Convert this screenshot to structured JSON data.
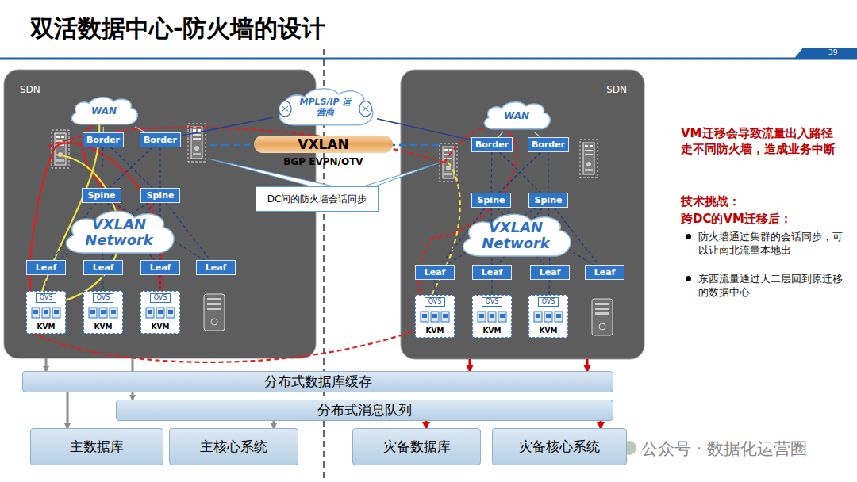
{
  "diagram": {
    "title": "双活数据中心-防火墙的设计",
    "nodes": [
      {
        "text": [
          "SDN"
        ]
      },
      {
        "text": [
          "WAN"
        ],
        "in": 0
      },
      {
        "text": [
          "Border"
        ],
        "in": 0
      },
      {
        "text": [
          "Border"
        ],
        "in": 0
      },
      {
        "text": [
          "Spine"
        ],
        "in": 0
      },
      {
        "text": [
          "Spine"
        ],
        "in": 0
      },
      {
        "text": [
          "VXLAN Network"
        ],
        "in": 0
      },
      {
        "text": [
          "Leaf"
        ],
        "in": 0
      },
      {
        "text": [
          "Leaf"
        ],
        "in": 0
      },
      {
        "text": [
          "Leaf"
        ],
        "in": 0
      },
      {
        "text": [
          "Leaf"
        ],
        "in": 0
      },
      {
        "text": [
          "OVS",
          "KVM"
        ],
        "in": 0
      },
      {
        "text": [
          "OVS",
          "KVM"
        ],
        "in": 0
      },
      {
        "text": [
          "OVS",
          "KVM"
        ],
        "in": 0
      },
      {
        "text": [
          "MPLS/IP 运营商"
        ]
      },
      {
        "text": [
          "VXLAN",
          "BGP EVPN/OTV"
        ]
      },
      {
        "text": [
          "DC间的防火墙会话同步"
        ]
      },
      {
        "text": [
          "SDN"
        ]
      },
      {
        "text": [
          "WAN"
        ],
        "in": 17
      },
      {
        "text": [
          "Border"
        ],
        "in": 17
      },
      {
        "text": [
          "Border"
        ],
        "in": 17
      },
      {
        "text": [
          "Spine"
        ],
        "in": 17
      },
      {
        "text": [
          "Spine"
        ],
        "in": 17
      },
      {
        "text": [
          "VXLAN Network"
        ],
        "in": 17
      },
      {
        "text": [
          "Leaf"
        ],
        "in": 17
      },
      {
        "text": [
          "Leaf"
        ],
        "in": 17
      },
      {
        "text": [
          "Leaf"
        ],
        "in": 17
      },
      {
        "text": [
          "Leaf"
        ],
        "in": 17
      },
      {
        "text": [
          "OVS",
          "KVM"
        ],
        "in": 17
      },
      {
        "text": [
          "OVS",
          "KVM"
        ],
        "in": 17
      },
      {
        "text": [
          "OVS",
          "KVM"
        ],
        "in": 17
      },
      {
        "text": [
          "分布式数据库缓存"
        ]
      },
      {
        "text": [
          "分布式消息队列"
        ]
      },
      {
        "text": [
          "主数据库"
        ]
      },
      {
        "text": [
          "主核心系统"
        ]
      },
      {
        "text": [
          "灾备数据库"
        ]
      },
      {
        "text": [
          "灾备核心系统"
        ]
      }
    ],
    "edges": [
      {
        "from": 1,
        "to": 2,
        "arrow": "none"
      },
      {
        "from": 1,
        "to": 3,
        "arrow": "none"
      },
      {
        "from": 2,
        "to": 4,
        "arrow": "none"
      },
      {
        "from": 2,
        "to": 5,
        "arrow": "none"
      },
      {
        "from": 3,
        "to": 4,
        "arrow": "none"
      },
      {
        "from": 3,
        "to": 5,
        "arrow": "none"
      },
      {
        "from": 4,
        "to": 7,
        "arrow": "none"
      },
      {
        "from": 4,
        "to": 8,
        "arrow": "none"
      },
      {
        "from": 4,
        "to": 9,
        "arrow": "none"
      },
      {
        "from": 4,
        "to": 10,
        "arrow": "none"
      },
      {
        "from": 5,
        "to": 7,
        "arrow": "none"
      },
      {
        "from": 5,
        "to": 8,
        "arrow": "none"
      },
      {
        "from": 5,
        "to": 9,
        "arrow": "none"
      },
      {
        "from": 5,
        "to": 10,
        "arrow": "none"
      },
      {
        "from": 7,
        "to": 11,
        "arrow": "none"
      },
      {
        "from": 8,
        "to": 12,
        "arrow": "none"
      },
      {
        "from": 9,
        "to": 13,
        "arrow": "none"
      },
      {
        "from": 18,
        "to": 19,
        "arrow": "none"
      },
      {
        "from": 18,
        "to": 20,
        "arrow": "none"
      },
      {
        "from": 19,
        "to": 21,
        "arrow": "none"
      },
      {
        "from": 19,
        "to": 22,
        "arrow": "none"
      },
      {
        "from": 20,
        "to": 21,
        "arrow": "none"
      },
      {
        "from": 20,
        "to": 22,
        "arrow": "none"
      },
      {
        "from": 21,
        "to": 24,
        "arrow": "none"
      },
      {
        "from": 21,
        "to": 25,
        "arrow": "none"
      },
      {
        "from": 21,
        "to": 26,
        "arrow": "none"
      },
      {
        "from": 21,
        "to": 27,
        "arrow": "none"
      },
      {
        "from": 22,
        "to": 24,
        "arrow": "none"
      },
      {
        "from": 22,
        "to": 25,
        "arrow": "none"
      },
      {
        "from": 22,
        "to": 26,
        "arrow": "none"
      },
      {
        "from": 22,
        "to": 27,
        "arrow": "none"
      },
      {
        "from": 24,
        "to": 28,
        "arrow": "none"
      },
      {
        "from": 25,
        "to": 29,
        "arrow": "none"
      },
      {
        "from": 26,
        "to": 30,
        "arrow": "none"
      },
      {
        "from": 14,
        "to": 3,
        "arrow": "none"
      },
      {
        "from": 14,
        "to": 19,
        "arrow": "none"
      },
      {
        "from": 0,
        "to": 31,
        "arrow": "to"
      },
      {
        "from": 31,
        "to": 33,
        "arrow": "to"
      },
      {
        "from": 32,
        "to": 34,
        "arrow": "to"
      },
      {
        "from": 17,
        "to": 31,
        "arrow": "to"
      },
      {
        "from": 17,
        "to": 31,
        "arrow": "to"
      },
      {
        "from": 32,
        "to": 35,
        "arrow": "to"
      },
      {
        "from": 32,
        "to": 36,
        "arrow": "to"
      },
      {
        "from": 0,
        "to": 32,
        "arrow": "to"
      }
    ],
    "labels": [
      "39",
      "VM迁移会导致流量出入路径走不同防火墙，造成业务中断",
      "技术挑战：",
      "跨DC的VM迁移后：",
      "防火墙通过集群的会话同步，可以让南北流量本地出",
      "东西流量通过大二层回到原迁移的数据中心",
      "公众号 · 数据化运营圈"
    ]
  }
}
